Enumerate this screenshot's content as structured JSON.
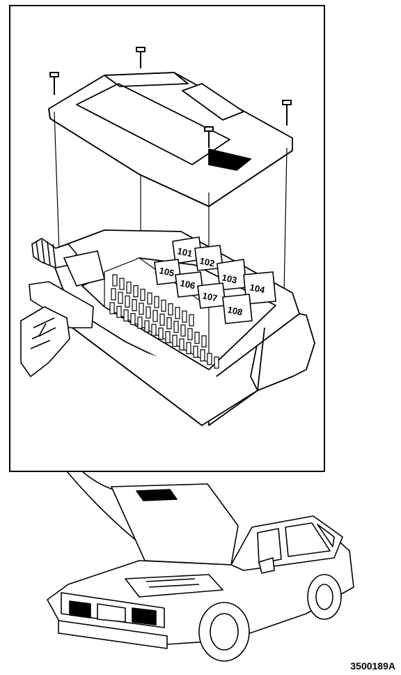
{
  "relays": {
    "r101": "101",
    "r102": "102",
    "r103": "103",
    "r104": "104",
    "r105": "105",
    "r106": "106",
    "r107": "107",
    "r108": "108"
  },
  "reference_code": "3500189A"
}
